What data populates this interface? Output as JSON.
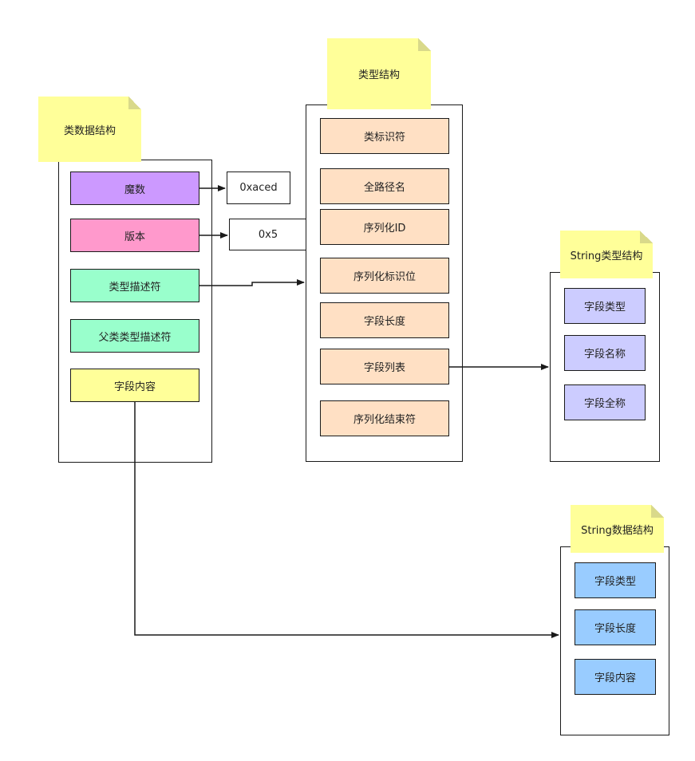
{
  "colors": {
    "note": "#ffff99",
    "purple": "#cc99ff",
    "pink": "#ff99cc",
    "mint": "#99ffcc",
    "yellow": "#ffff99",
    "peach": "#ffe0c4",
    "lavender": "#ccccff",
    "blue": "#99ccff"
  },
  "class_data": {
    "title": "类数据结构",
    "fields": [
      "魔数",
      "版本",
      "类型描述符",
      "父类类型描述符",
      "字段内容"
    ]
  },
  "values": {
    "magic": "0xaced",
    "version": "0x5"
  },
  "type_struct": {
    "title": "类型结构",
    "fields": [
      "类标识符",
      "全路径名",
      "序列化ID",
      "序列化标识位",
      "字段长度",
      "字段列表",
      "序列化结束符"
    ]
  },
  "string_type_struct": {
    "title": "String类型结构",
    "fields": [
      "字段类型",
      "字段名称",
      "字段全称"
    ]
  },
  "string_data_struct": {
    "title": "String数据结构",
    "fields": [
      "字段类型",
      "字段长度",
      "字段内容"
    ]
  }
}
